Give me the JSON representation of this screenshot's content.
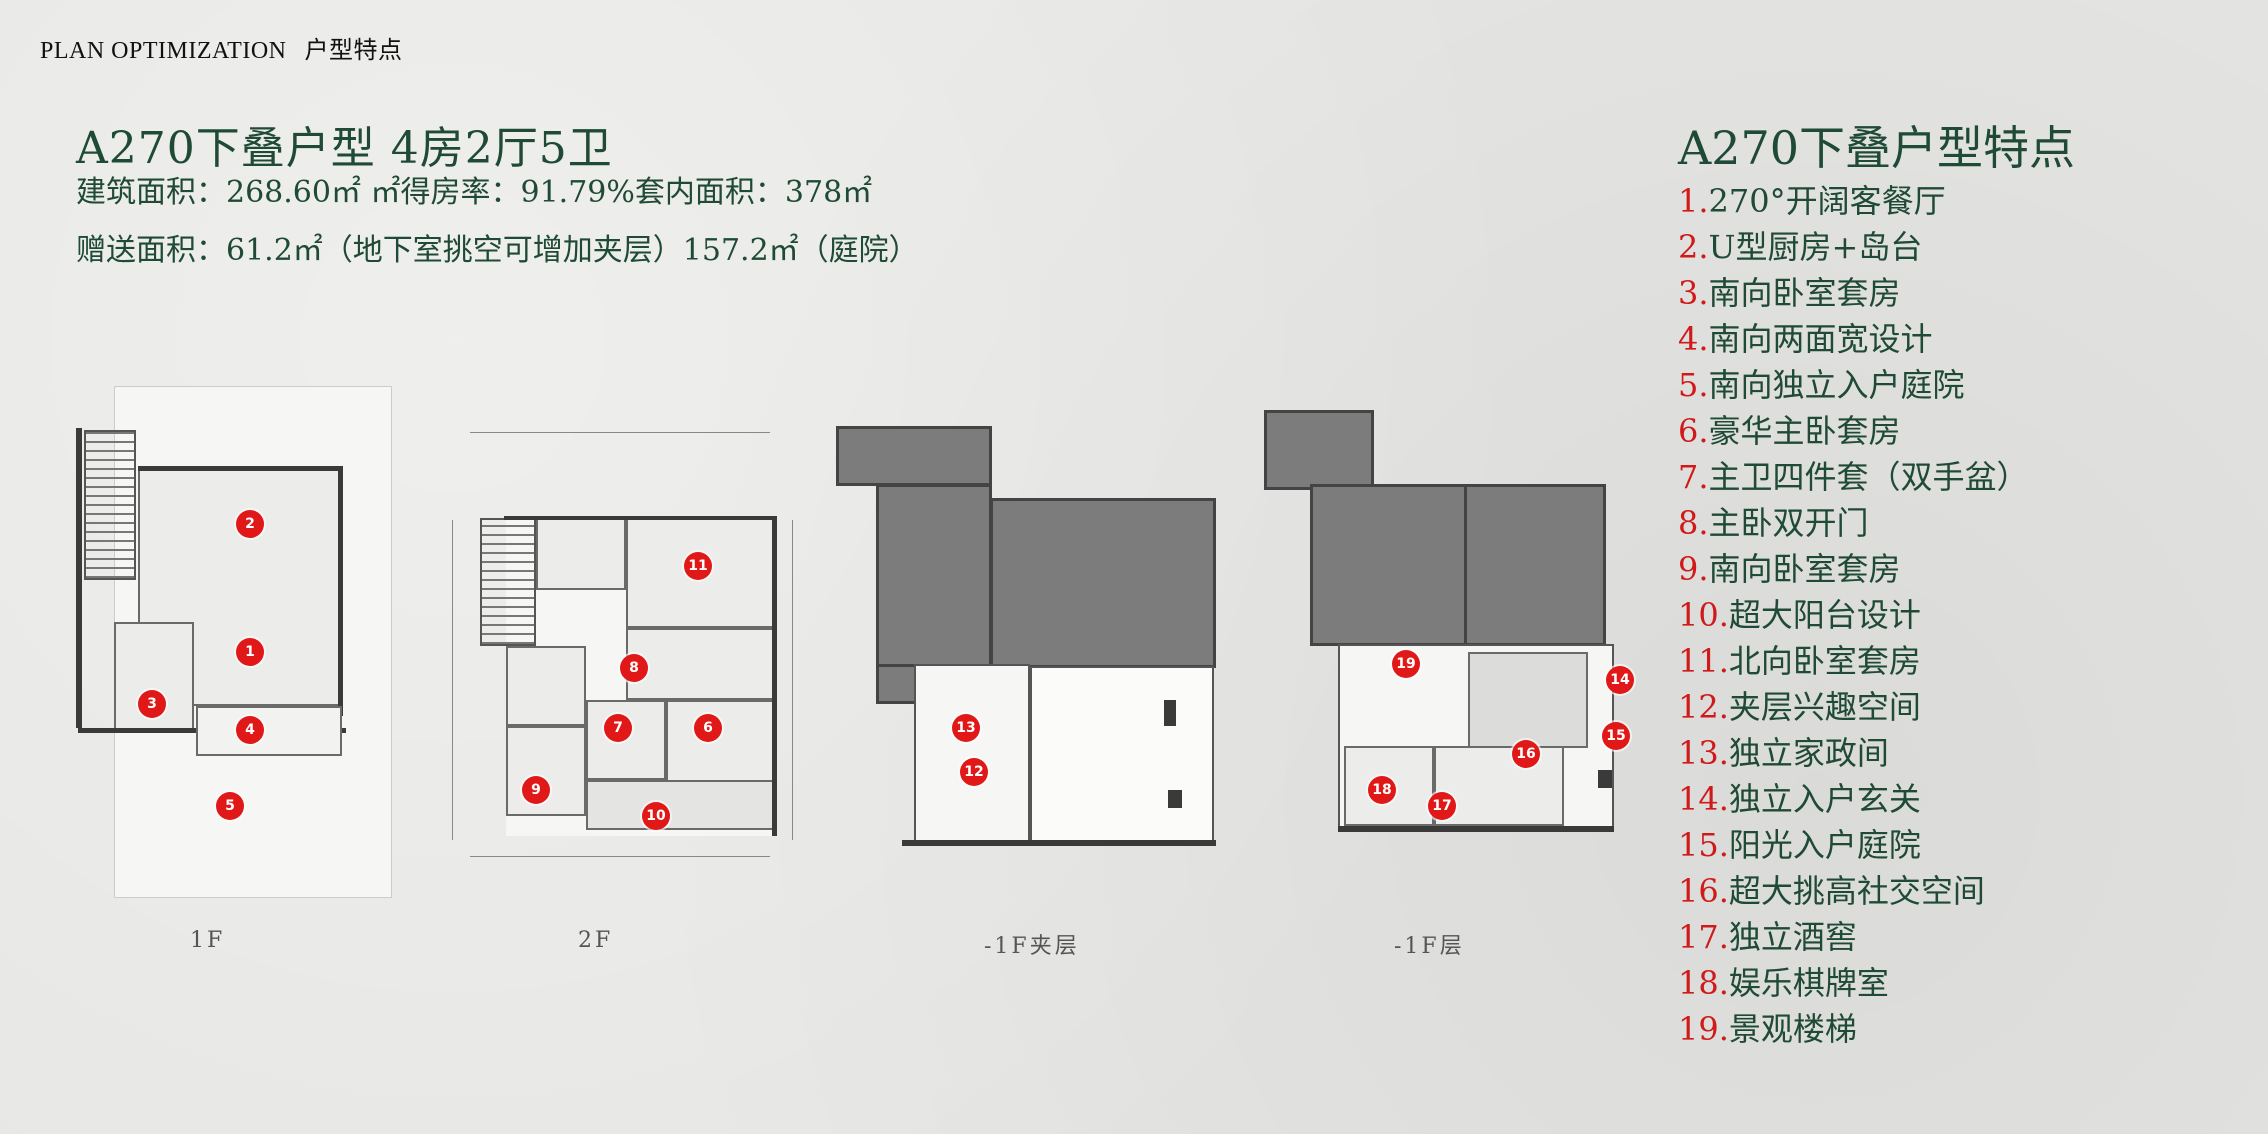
{
  "header": {
    "label": "PLAN OPTIMIZATION",
    "label_sub": "户型特点"
  },
  "title": "A270下叠户型 4房2厅5卫",
  "stats": {
    "row1": "建筑面积：268.60㎡ ㎡得房率：91.79%套内面积：378㎡",
    "row2": "赠送面积：61.2㎡（地下室挑空可增加夹层）157.2㎡（庭院）"
  },
  "features": {
    "title": "A270下叠户型特点",
    "items": [
      {
        "num": "1.",
        "text": "270°开阔客餐厅"
      },
      {
        "num": "2.",
        "text": "U型厨房+岛台"
      },
      {
        "num": "3.",
        "text": "南向卧室套房"
      },
      {
        "num": "4.",
        "text": "南向两面宽设计"
      },
      {
        "num": "5.",
        "text": "南向独立入户庭院"
      },
      {
        "num": "6.",
        "text": "豪华主卧套房"
      },
      {
        "num": "7.",
        "text": "主卫四件套（双手盆）"
      },
      {
        "num": "8.",
        "text": "主卧双开门"
      },
      {
        "num": "9.",
        "text": "南向卧室套房"
      },
      {
        "num": "10.",
        "text": "超大阳台设计"
      },
      {
        "num": "11.",
        "text": "北向卧室套房"
      },
      {
        "num": "12.",
        "text": "夹层兴趣空间"
      },
      {
        "num": "13.",
        "text": "独立家政间"
      },
      {
        "num": "14.",
        "text": "独立入户玄关"
      },
      {
        "num": "15.",
        "text": "阳光入户庭院"
      },
      {
        "num": "16.",
        "text": "超大挑高社交空间"
      },
      {
        "num": "17.",
        "text": "独立酒窖"
      },
      {
        "num": "18.",
        "text": "娱乐棋牌室"
      },
      {
        "num": "19.",
        "text": "景观楼梯"
      }
    ]
  },
  "floors": {
    "f1": {
      "label": "1F",
      "markers": [
        "1",
        "2",
        "3",
        "4",
        "5"
      ]
    },
    "f2": {
      "label": "2F",
      "markers": [
        "6",
        "7",
        "8",
        "9",
        "10",
        "11"
      ]
    },
    "b1m": {
      "label": "-1F夹层",
      "markers": [
        "12",
        "13"
      ]
    },
    "b1": {
      "label": "-1F层",
      "markers": [
        "14",
        "15",
        "16",
        "17",
        "18",
        "19"
      ]
    }
  },
  "colors": {
    "title_green": "#1f4a35",
    "marker_red": "#e01818",
    "number_red": "#d01a1a"
  }
}
